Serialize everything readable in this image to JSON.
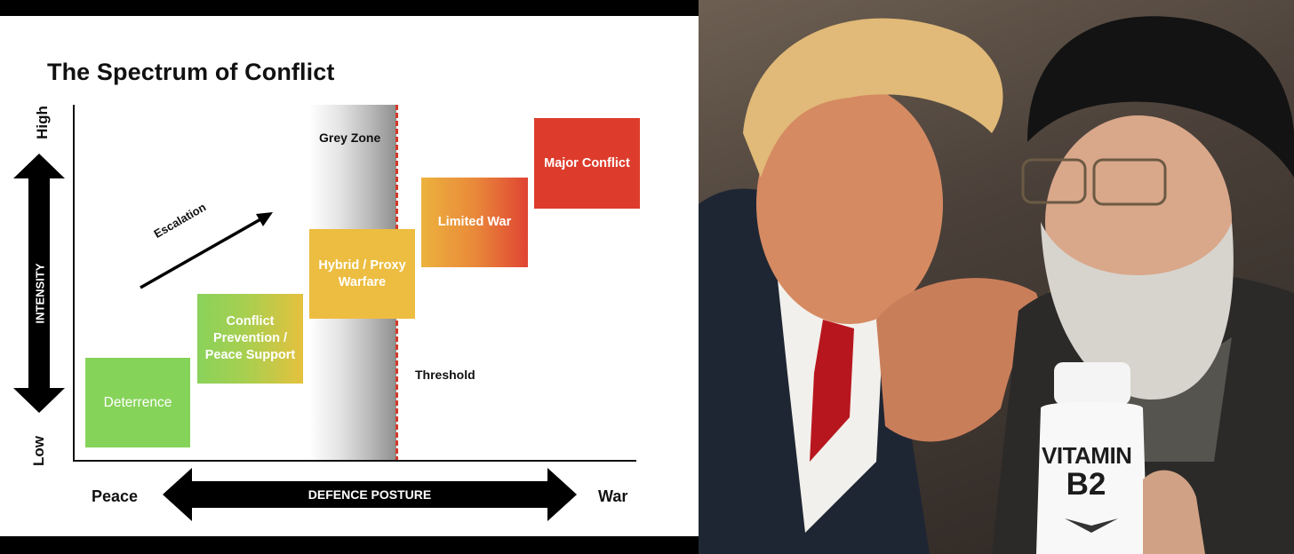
{
  "diagram": {
    "title": "The Spectrum of Conflict",
    "y_axis": {
      "label": "INTENSITY",
      "high": "High",
      "low": "Low"
    },
    "x_axis": {
      "label": "DEFENCE POSTURE",
      "left": "Peace",
      "right": "War"
    },
    "grey_zone_label": "Grey Zone",
    "threshold_label": "Threshold",
    "escalation_label": "Escalation",
    "stages": [
      {
        "id": "deterrence",
        "label": "Deterrence",
        "color": "#86d35a"
      },
      {
        "id": "conflict-prevention",
        "label": "Conflict Prevention / Peace Support",
        "color": "#a7cf50"
      },
      {
        "id": "hybrid",
        "label": "Hybrid / Proxy Warfare",
        "color": "#ecbd40"
      },
      {
        "id": "limited-war",
        "label": "Limited War",
        "color": "#e9893a"
      },
      {
        "id": "major-conflict",
        "label": "Major Conflict",
        "color": "#dd3c2c"
      }
    ],
    "threshold_color": "#d23a2a"
  },
  "photo": {
    "bottle_label_line1": "VITAMIN",
    "bottle_label_line2": "B2"
  }
}
